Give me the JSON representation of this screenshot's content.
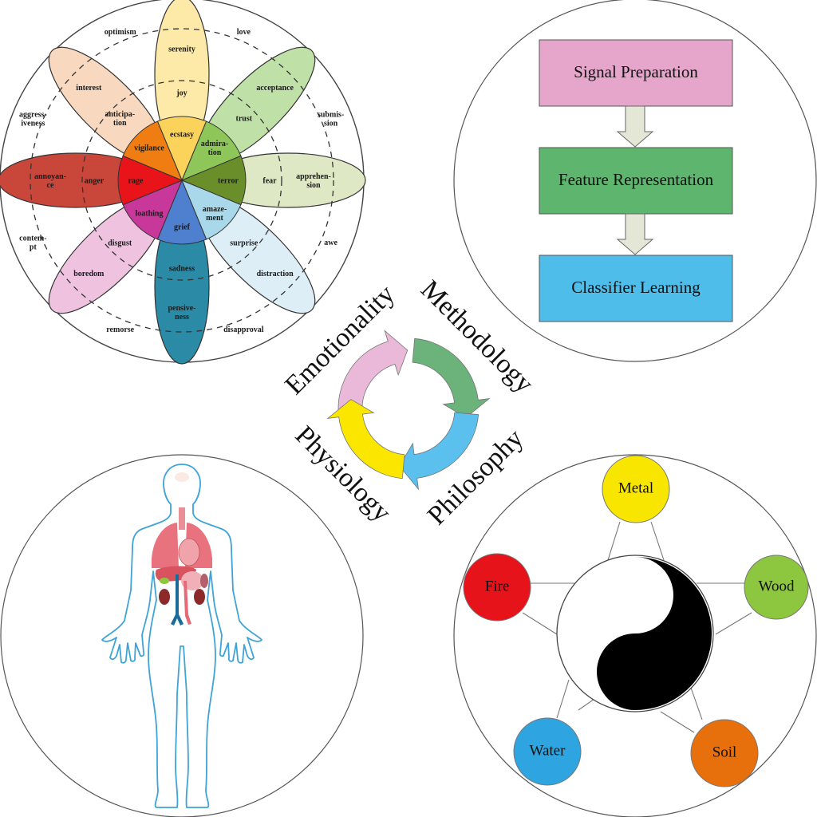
{
  "emotion_wheel": {
    "title": "Plutchik wheel of emotions",
    "petals": [
      {
        "key": "joy-petal",
        "angle": -90,
        "color_outer": "#fde9a8",
        "color_mid": "#fde9a8",
        "color_core": "#fbd35a",
        "labels": [
          "serenity",
          "joy",
          "ecstasy"
        ]
      },
      {
        "key": "trust-petal",
        "angle": -45,
        "color_outer": "#bfe0a6",
        "color_mid": "#bfe0a6",
        "color_core": "#8fc65a",
        "labels": [
          "acceptance",
          "trust",
          "admira-\ntion"
        ]
      },
      {
        "key": "fear-petal",
        "angle": 0,
        "color_outer": "#dfe8c4",
        "color_mid": "#dfe8c4",
        "color_core": "#6a8f2a",
        "labels": [
          "apprehen-\nsion",
          "fear",
          "terror"
        ]
      },
      {
        "key": "surprise-petal",
        "angle": 45,
        "color_outer": "#ddeef7",
        "color_mid": "#ddeef7",
        "color_core": "#a9d8ea",
        "labels": [
          "distraction",
          "surprise",
          "amaze-\nment"
        ]
      },
      {
        "key": "sadness-petal",
        "angle": 90,
        "color_outer": "#2b8aa5",
        "color_mid": "#2b8aa5",
        "color_core": "#4f7fcf",
        "labels": [
          "pensive-\nness",
          "sadness",
          "grief"
        ]
      },
      {
        "key": "disgust-petal",
        "angle": 135,
        "color_outer": "#efc3e0",
        "color_mid": "#efc3e0",
        "color_core": "#c8379a",
        "labels": [
          "boredom",
          "disgust",
          "loathing"
        ]
      },
      {
        "key": "anger-petal",
        "angle": 180,
        "color_outer": "#c8463a",
        "color_mid": "#c8463a",
        "color_core": "#e8141a",
        "labels": [
          "annoyan-\nce",
          "anger",
          "rage"
        ]
      },
      {
        "key": "anticipation-petal",
        "angle": -135,
        "color_outer": "#f8d9c0",
        "color_mid": "#f8d9c0",
        "color_core": "#ef7d12",
        "labels": [
          "interest",
          "anticipa-\ntion",
          "vigilance"
        ]
      }
    ],
    "dyads": [
      {
        "label": "love",
        "angle": -67.5
      },
      {
        "label": "submis-\nsion",
        "angle": -22.5
      },
      {
        "label": "awe",
        "angle": 22.5
      },
      {
        "label": "disapproval",
        "angle": 67.5
      },
      {
        "label": "remorse",
        "angle": 112.5
      },
      {
        "label": "contem-\npt",
        "angle": 157.5
      },
      {
        "label": "aggress-\niveness",
        "angle": -157.5
      },
      {
        "label": "optimism",
        "angle": -112.5
      }
    ]
  },
  "methodology_flow": {
    "steps": [
      {
        "label": "Signal Preparation",
        "color": "#e6a6cc"
      },
      {
        "label": "Feature Representation",
        "color": "#5db56e"
      },
      {
        "label": "Classifier Learning",
        "color": "#4fbdea"
      }
    ],
    "arrow_color": "#e4e6d6"
  },
  "cycle": {
    "labels": {
      "top_left": "Emotionality",
      "top_right": "Methodology",
      "bottom_right": "Philosophy",
      "bottom_left": "Physiology"
    },
    "arrows": [
      {
        "key": "emotionality-arrow",
        "color": "#eab8d8"
      },
      {
        "key": "methodology-arrow",
        "color": "#6bb37a"
      },
      {
        "key": "philosophy-arrow",
        "color": "#5bc0ee"
      },
      {
        "key": "physiology-arrow",
        "color": "#fbe600"
      }
    ]
  },
  "physiology": {
    "figure": "human body outline with internal organs",
    "outline_color": "#3fa3d8",
    "organ_color": "#e8737f"
  },
  "philosophy": {
    "center": "yin-yang",
    "elements": [
      {
        "label": "Metal",
        "color": "#f8e600"
      },
      {
        "label": "Wood",
        "color": "#8dc63f"
      },
      {
        "label": "Soil",
        "color": "#e8700c"
      },
      {
        "label": "Water",
        "color": "#2ea4e0"
      },
      {
        "label": "Fire",
        "color": "#e6131b"
      }
    ]
  }
}
